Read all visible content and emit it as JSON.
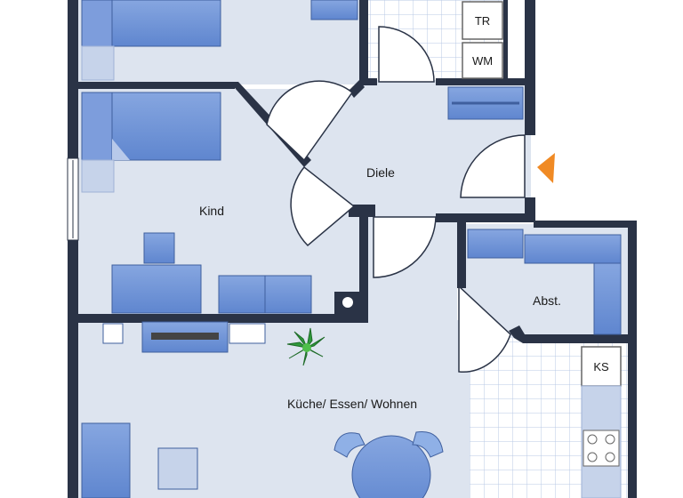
{
  "rooms": {
    "kind": "Kind",
    "diele": "Diele",
    "abst": "Abst.",
    "kueche": "Küche/ Essen/ Wohnen"
  },
  "appliances": {
    "tr": "TR",
    "wm": "WM",
    "ks": "KS"
  },
  "colors": {
    "wall": "#2a3346",
    "floor": "#dde4ef",
    "tile": "#ffffff",
    "furniture": "#6e93d6",
    "furniture_dark": "#3f5f9e",
    "entrance_arrow": "#f08a24",
    "plant": "#2e9a3a"
  },
  "icons": {
    "entrance": "entrance-arrow-icon",
    "plant": "plant-icon"
  }
}
